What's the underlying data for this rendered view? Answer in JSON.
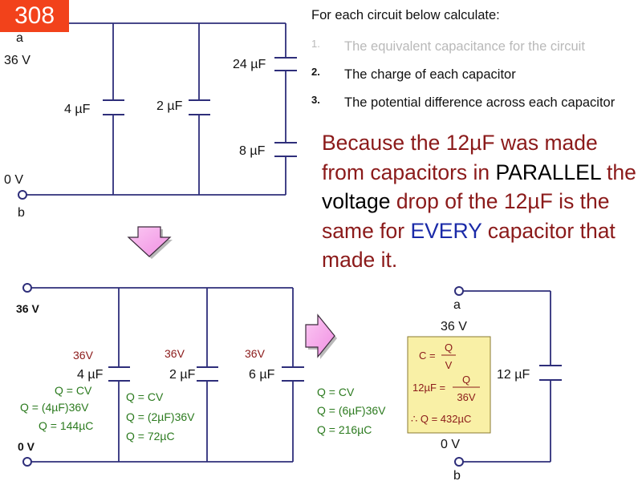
{
  "slide_number": "308",
  "intro": "For each circuit below calculate:",
  "tasks": [
    {
      "num": "1.",
      "text": "The equivalent capacitance for the circuit"
    },
    {
      "num": "2.",
      "text": "The charge of each capacitor"
    },
    {
      "num": "3.",
      "text": "The potential difference across each capacitor"
    }
  ],
  "explanation": {
    "part1": "Because the 12µF was made from capacitors in ",
    "part2": "PARALLEL",
    "part3": " the ",
    "part4": "voltage",
    "part5": " drop of the 12µF is the same for ",
    "part6": "EVERY",
    "part7": " capacitor that made it."
  },
  "colors": {
    "badge": "#f2421b",
    "wire": "#2e2e7a",
    "emphasis": "#8b1a1a",
    "calc": "#2b7a1e",
    "blue": "#1a2aa8",
    "highlight": "#f9f0a6",
    "arrow": "#f7a3ea"
  },
  "circuit1": {
    "node_a": "a",
    "voltage_a": "36 V",
    "node_b": "b",
    "voltage_b": "0 V",
    "caps": [
      "4 µF",
      "2 µF",
      "24 µF",
      "8 µF"
    ]
  },
  "circuit2": {
    "voltage_a": "36 V",
    "voltage_b": "0 V",
    "caps": [
      {
        "value": "4 µF",
        "voltage": "36V",
        "calc": [
          "Q = CV",
          "Q = (4µF)36V",
          "Q = 144µC"
        ]
      },
      {
        "value": "2 µF",
        "voltage": "36V",
        "calc": [
          "Q = CV",
          "Q = (2µF)36V",
          "Q = 72µC"
        ]
      },
      {
        "value": "6 µF",
        "voltage": "36V",
        "calc": [
          "Q = CV",
          "Q = (6µF)36V",
          "Q = 216µC"
        ]
      }
    ]
  },
  "circuit3": {
    "node_a": "a",
    "voltage_a": "36 V",
    "node_b": "b",
    "voltage_b": "0 V",
    "cap": "12 µF",
    "formula": {
      "c_eq": "C =",
      "num1": "Q",
      "den1": "V",
      "lhs2": "12µF =",
      "num2": "Q",
      "den2": "36V",
      "result": "∴ Q = 432µC"
    }
  }
}
